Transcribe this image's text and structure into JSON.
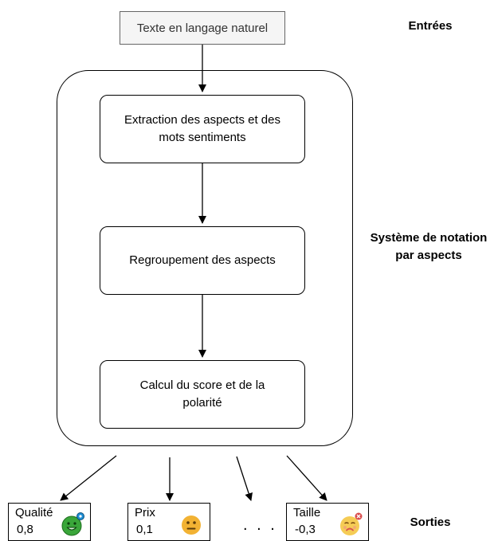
{
  "input": {
    "label": "Texte en langage naturel"
  },
  "labels": {
    "entrees": "Entrées",
    "systeme_line1": "Système de notation",
    "systeme_line2": "par aspects",
    "sorties": "Sorties"
  },
  "steps": [
    {
      "line1": "Extraction des aspects et des",
      "line2": "mots sentiments"
    },
    {
      "line1": "Regroupement des aspects",
      "line2": ""
    },
    {
      "line1": "Calcul du score et de la",
      "line2": "polarité"
    }
  ],
  "outputs": [
    {
      "name": "Qualité",
      "value": "0,8",
      "emoji": "smiling-face-icon",
      "face_color": "#3aa63a",
      "badge_color": "#1f8fd6"
    },
    {
      "name": "Prix",
      "value": "0,1",
      "emoji": "neutral-face-icon",
      "face_color": "#f2b233"
    },
    {
      "name": "Taille",
      "value": "-0,3",
      "emoji": "sad-face-icon",
      "face_color": "#f5cc55",
      "badge_color": "#d94b4b"
    }
  ],
  "ellipsis": ". . ."
}
